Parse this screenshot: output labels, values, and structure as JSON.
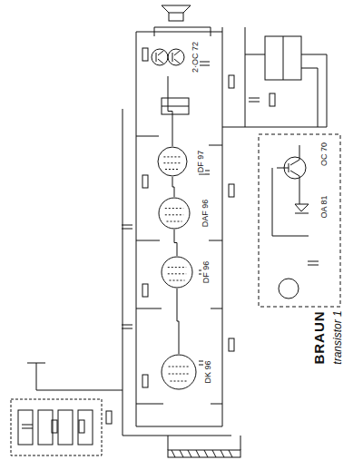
{
  "diagram": {
    "nodes": [
      {
        "text": [
          "DK 96"
        ]
      },
      {
        "text": [
          "DF 96"
        ]
      },
      {
        "text": [
          "DAF 96"
        ]
      },
      {
        "text": [
          "DF 97"
        ]
      },
      {
        "text": [
          "2·OC 72"
        ]
      },
      {
        "text": [
          "OC 70",
          "OA 81"
        ]
      }
    ],
    "edges": [
      {
        "from": 0,
        "to": 1,
        "arrow": "none"
      },
      {
        "from": 1,
        "to": 2,
        "arrow": "none"
      },
      {
        "from": 2,
        "to": 3,
        "arrow": "none"
      },
      {
        "from": 3,
        "to": 4,
        "arrow": "none"
      }
    ],
    "labels": [
      "BRAUN",
      "transistor 1"
    ]
  }
}
